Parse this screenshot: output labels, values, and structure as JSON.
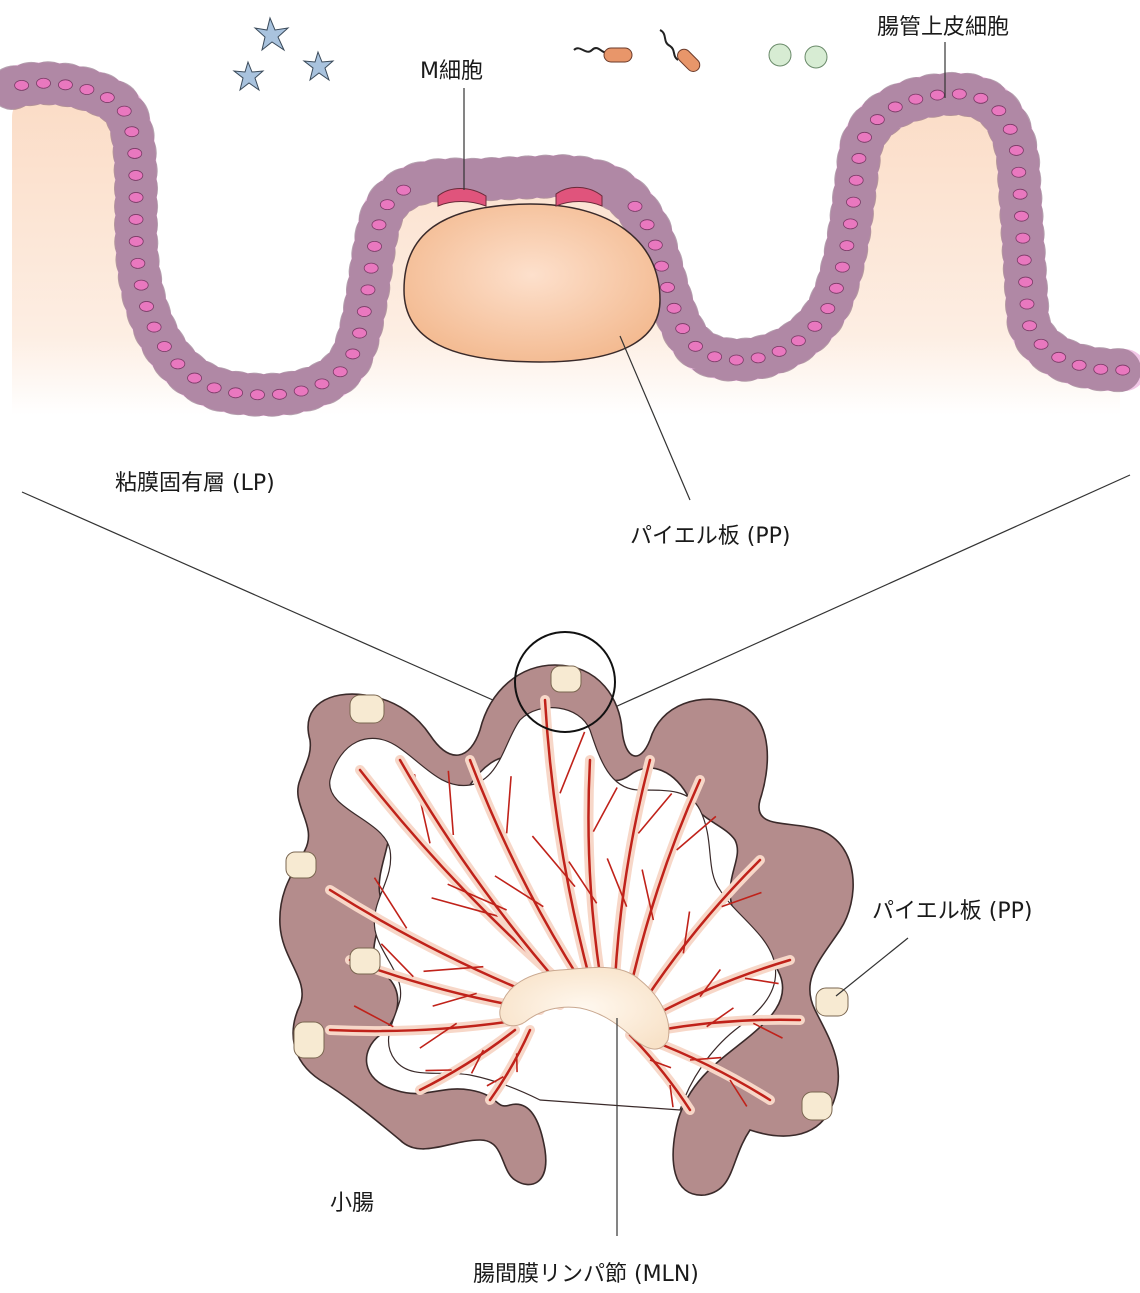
{
  "labels": {
    "m_cell": "M細胞",
    "epithelial_cell": "腸管上皮細胞",
    "lamina_propria": "粘膜固有層 (LP)",
    "peyers_patch_top": "パイエル板 (PP)",
    "peyers_patch_bottom": "パイエル板 (PP)",
    "small_intestine": "小腸",
    "mesenteric_lymph_node": "腸間膜リンパ節 (MLN)"
  },
  "colors": {
    "epithelium_fill": "#f1c6e6",
    "epithelium_stroke": "#6b4a62",
    "nucleus": "#e978bf",
    "m_cell": "#e0547c",
    "patch_fill": "#f6c6a2",
    "lamina_fill": "#fde6d4",
    "intestine_fill": "#b48c8c",
    "intestine_dark": "#8e5a66",
    "vessel_red": "#c0221a",
    "mesentery": "#f7d7c8",
    "lymph_node": "#fbeee0",
    "patch_node": "#f7ead2",
    "dendritic_cell": "#a9c3de",
    "bacteria": "#e8966a",
    "spore": "#d7ecd3"
  }
}
